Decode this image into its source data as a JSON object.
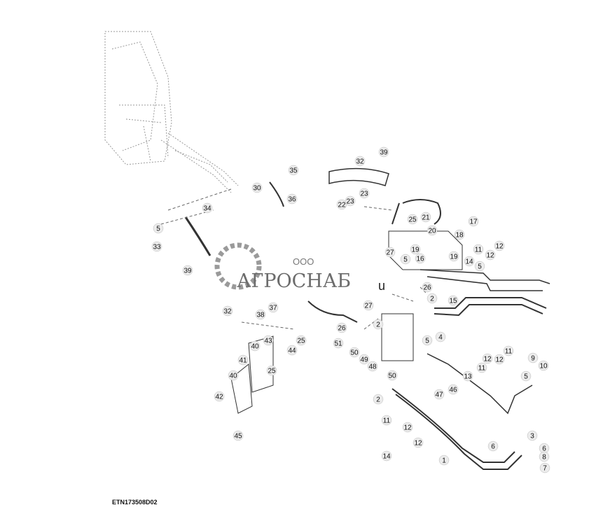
{
  "figure_id": "ETN173508D02",
  "watermark": {
    "prefix": "ООО",
    "name": "АГРОСНАБ",
    "suffix": "u"
  },
  "callouts": [
    "1",
    "2",
    "2",
    "2",
    "3",
    "4",
    "5",
    "5",
    "5",
    "5",
    "5",
    "6",
    "6",
    "7",
    "8",
    "9",
    "10",
    "11",
    "11",
    "11",
    "11",
    "12",
    "12",
    "12",
    "12",
    "12",
    "12",
    "13",
    "14",
    "14",
    "15",
    "16",
    "17",
    "18",
    "19",
    "19",
    "20",
    "21",
    "22",
    "23",
    "23",
    "25",
    "25",
    "25",
    "26",
    "26",
    "27",
    "27",
    "30",
    "32",
    "32",
    "33",
    "34",
    "35",
    "36",
    "37",
    "38",
    "39",
    "39",
    "40",
    "40",
    "41",
    "42",
    "43",
    "44",
    "45",
    "46",
    "47",
    "48",
    "49",
    "50",
    "50",
    "51"
  ]
}
